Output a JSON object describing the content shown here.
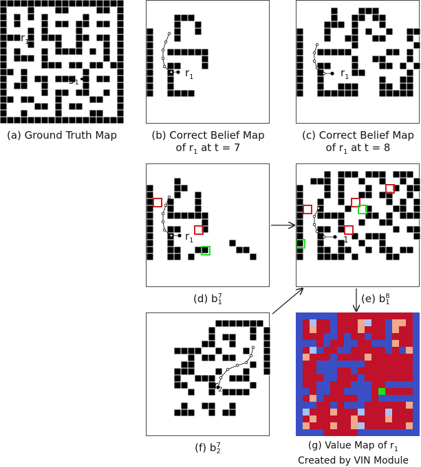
{
  "captions": {
    "a": {
      "line1": "(a) Ground Truth Map"
    },
    "b": {
      "line1": "(b) Correct Belief Map",
      "line2_pre": "of r",
      "line2_sub": "1",
      "line2_post": " at t = 7"
    },
    "c": {
      "line1": "(c) Correct Belief Map",
      "line2_pre": "of r",
      "line2_sub": "1",
      "line2_post": " at t = 8"
    },
    "d": {
      "pre": "(d) b",
      "sup": "7",
      "sub": "1"
    },
    "e": {
      "pre": "(e) b",
      "sup": "8",
      "sub": "1"
    },
    "f": {
      "pre": "(f) b",
      "sup": "7",
      "sub": "2"
    },
    "g": {
      "line1_pre": "(g) Value Map of r",
      "line1_sub": "1",
      "line2": "Created by VIN Module"
    }
  },
  "labels": {
    "robot_main": "r",
    "robot_main_sub": "1",
    "robot_other": "r",
    "robot_other_sub": "2",
    "goal": "g",
    "goal_sub": "1",
    "partial_sub": "1"
  },
  "colors": {
    "wall": "#000000",
    "observed_free": "#ffffff",
    "unknown": "#ffffff",
    "frontier_red": "#cc1f1f",
    "frontier_green": "#22dd22",
    "value_low": "#3a4fc4",
    "value_mid_low": "#a9c3f0",
    "value_mid_high": "#f0a98c",
    "value_high": "#c0122b",
    "value_goal": "#22dd22"
  }
}
